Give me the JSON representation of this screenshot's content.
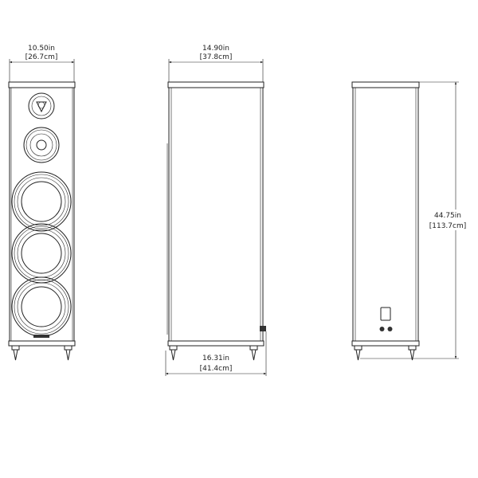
{
  "dimensions": {
    "front_width_in": "10.50in",
    "front_width_cm": "[26.7cm]",
    "side_depth_in": "14.90in",
    "side_depth_cm": "[37.8cm]",
    "base_depth_in": "16.31in",
    "base_depth_cm": "[41.4cm]",
    "height_in": "44.75in",
    "height_cm": "[113.7cm]"
  }
}
